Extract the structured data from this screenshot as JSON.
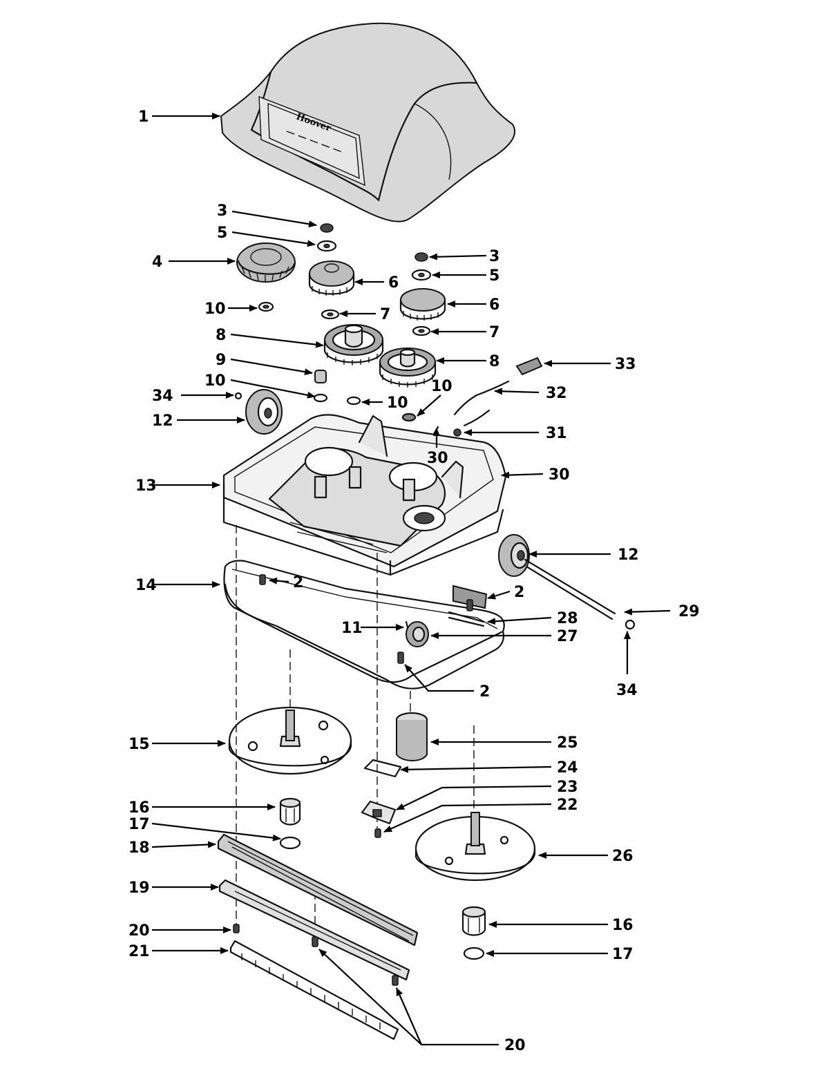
{
  "cover_brand": "Hoover",
  "callouts": [
    {
      "id": "c1",
      "text": "1"
    },
    {
      "id": "c3a",
      "text": "3"
    },
    {
      "id": "c5a",
      "text": "5"
    },
    {
      "id": "c4",
      "text": "4"
    },
    {
      "id": "c3b",
      "text": "3"
    },
    {
      "id": "c5b",
      "text": "5"
    },
    {
      "id": "c6a",
      "text": "6"
    },
    {
      "id": "c6b",
      "text": "6"
    },
    {
      "id": "c10a",
      "text": "10"
    },
    {
      "id": "c7a",
      "text": "7"
    },
    {
      "id": "c7b",
      "text": "7"
    },
    {
      "id": "c8a",
      "text": "8"
    },
    {
      "id": "c8b",
      "text": "8"
    },
    {
      "id": "c33",
      "text": "33"
    },
    {
      "id": "c9",
      "text": "9"
    },
    {
      "id": "c10b",
      "text": "10"
    },
    {
      "id": "c10c",
      "text": "10"
    },
    {
      "id": "c10d",
      "text": "10"
    },
    {
      "id": "c34a",
      "text": "34"
    },
    {
      "id": "c32",
      "text": "32"
    },
    {
      "id": "c12a",
      "text": "12"
    },
    {
      "id": "c31",
      "text": "31"
    },
    {
      "id": "c30a",
      "text": "30"
    },
    {
      "id": "c13",
      "text": "13"
    },
    {
      "id": "c30b",
      "text": "30"
    },
    {
      "id": "c12b",
      "text": "12"
    },
    {
      "id": "c14",
      "text": "14"
    },
    {
      "id": "c2a",
      "text": "2"
    },
    {
      "id": "c2b",
      "text": "2"
    },
    {
      "id": "c29",
      "text": "29"
    },
    {
      "id": "c28",
      "text": "28"
    },
    {
      "id": "c11",
      "text": "11"
    },
    {
      "id": "c27",
      "text": "27"
    },
    {
      "id": "c34b",
      "text": "34"
    },
    {
      "id": "c2c",
      "text": "2"
    },
    {
      "id": "c15",
      "text": "15"
    },
    {
      "id": "c25",
      "text": "25"
    },
    {
      "id": "c24",
      "text": "24"
    },
    {
      "id": "c23",
      "text": "23"
    },
    {
      "id": "c16a",
      "text": "16"
    },
    {
      "id": "c22",
      "text": "22"
    },
    {
      "id": "c17a",
      "text": "17"
    },
    {
      "id": "c18",
      "text": "18"
    },
    {
      "id": "c26",
      "text": "26"
    },
    {
      "id": "c19",
      "text": "19"
    },
    {
      "id": "c16b",
      "text": "16"
    },
    {
      "id": "c20a",
      "text": "20"
    },
    {
      "id": "c17b",
      "text": "17"
    },
    {
      "id": "c21",
      "text": "21"
    },
    {
      "id": "c20b",
      "text": "20"
    }
  ]
}
